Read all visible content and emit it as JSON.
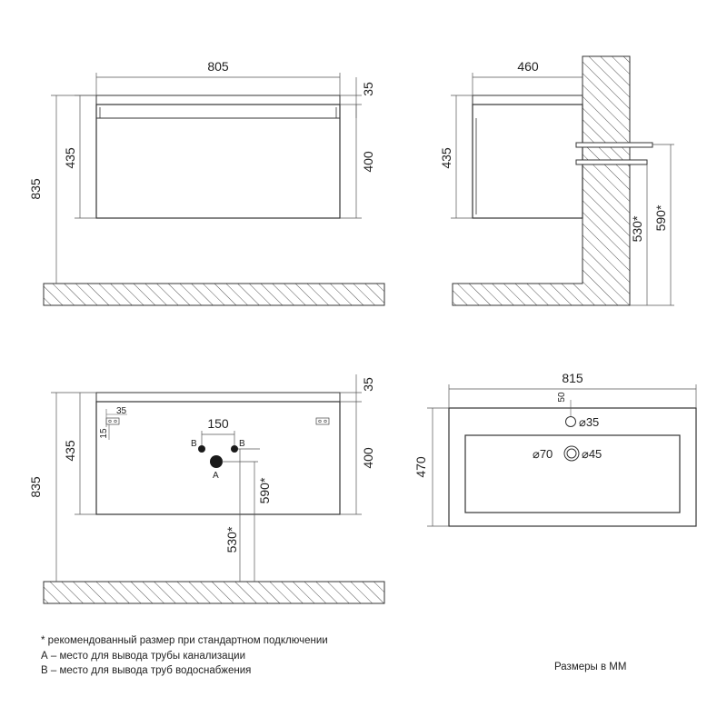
{
  "front_view": {
    "width": "805",
    "top_thickness": "35",
    "cabinet_height": "435",
    "drawer_height": "400",
    "total_height": "835"
  },
  "side_view": {
    "depth": "460",
    "cabinet_height": "435",
    "pipe_low": "530*",
    "pipe_high": "590*"
  },
  "rear_view": {
    "top_thickness": "35",
    "cabinet_height": "435",
    "drawer_height": "400",
    "total_height": "835",
    "mount_offset_x": "35",
    "mount_offset_y": "15",
    "pipe_spacing": "150",
    "label_b": "B",
    "label_a": "A",
    "drain_height": "590*",
    "supply_height": "530*"
  },
  "top_view": {
    "width": "815",
    "depth": "470",
    "tap_offset": "50",
    "tap_hole": "⌀35",
    "drain_outer": "⌀70",
    "drain_inner": "⌀45"
  },
  "notes": {
    "line1": "* рекомендованный размер при стандартном подключении",
    "line2": "А – место для вывода трубы канализации",
    "line3": "В – место для вывода труб водоснабжения",
    "units": "Размеры в ММ"
  },
  "colors": {
    "line": "#333333",
    "dim": "#555555",
    "hatch": "#555555",
    "fill": "#ffffff",
    "dot": "#1a1a1a"
  }
}
